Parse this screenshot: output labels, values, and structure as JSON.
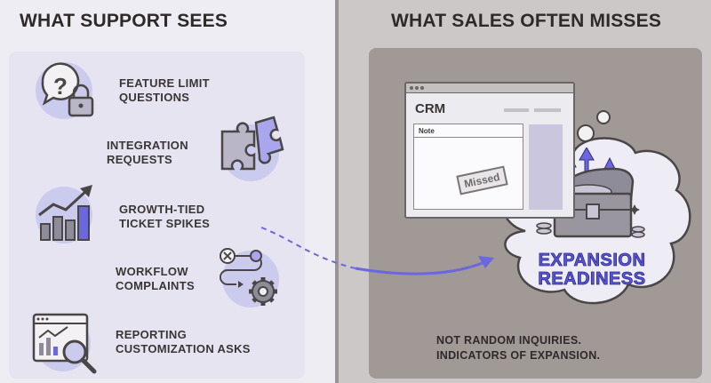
{
  "left_panel": {
    "heading": "WHAT SUPPORT SEES",
    "items": [
      {
        "label_line1": "FEATURE LIMIT",
        "label_line2": "QUESTIONS",
        "icon": "question-lock-icon"
      },
      {
        "label_line1": "INTEGRATION",
        "label_line2": "REQUESTS",
        "icon": "puzzle-icon"
      },
      {
        "label_line1": "GROWTH-TIED",
        "label_line2": "TICKET SPIKES",
        "icon": "growth-chart-icon"
      },
      {
        "label_line1": "WORKFLOW",
        "label_line2": "COMPLAINTS",
        "icon": "workflow-gear-icon"
      },
      {
        "label_line1": "REPORTING",
        "label_line2": "CUSTOMIZATION ASKS",
        "icon": "report-magnifier-icon"
      }
    ]
  },
  "right_panel": {
    "heading": "WHAT SALES OFTEN MISSES",
    "crm": {
      "title": "CRM",
      "note_label": "Note",
      "stamp": "Missed"
    },
    "thought_line1": "EXPANSION",
    "thought_line2": "READINESS",
    "footer_line1": "NOT RANDOM INQUIRIES.",
    "footer_line2": "INDICATORS OF EXPANSION."
  },
  "colors": {
    "accent": "#5a55d8",
    "icon_bg": "#cbcbee",
    "left_bg": "#efedf4",
    "right_bg": "#cdc8c8",
    "right_card": "#a19996"
  }
}
